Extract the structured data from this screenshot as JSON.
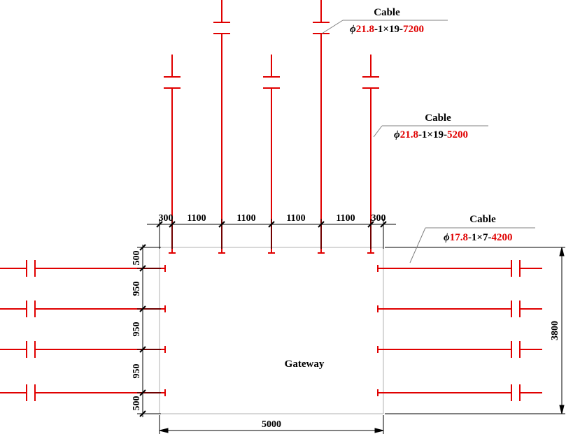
{
  "labels": {
    "cable_top": {
      "title": "Cable",
      "phi": "ϕ",
      "d": "21.8",
      "mid": "-1×19-",
      "len": "7200"
    },
    "cable_mid": {
      "title": "Cable",
      "phi": "ϕ",
      "d": "21.8",
      "mid": "-1×19-",
      "len": "5200"
    },
    "cable_side": {
      "title": "Cable",
      "phi": "ϕ",
      "d": "17.8",
      "mid": "-1×7-",
      "len": "4200"
    },
    "gateway": "Gateway"
  },
  "dims": {
    "top": [
      "300",
      "1100",
      "1100",
      "1100",
      "1100",
      "300"
    ],
    "left": [
      "500",
      "950",
      "950",
      "950",
      "500"
    ],
    "width": "5000",
    "height": "3800"
  },
  "colors": {
    "cable": "#e00000",
    "dimension": "#000000",
    "outline": "#b0b0b0"
  }
}
